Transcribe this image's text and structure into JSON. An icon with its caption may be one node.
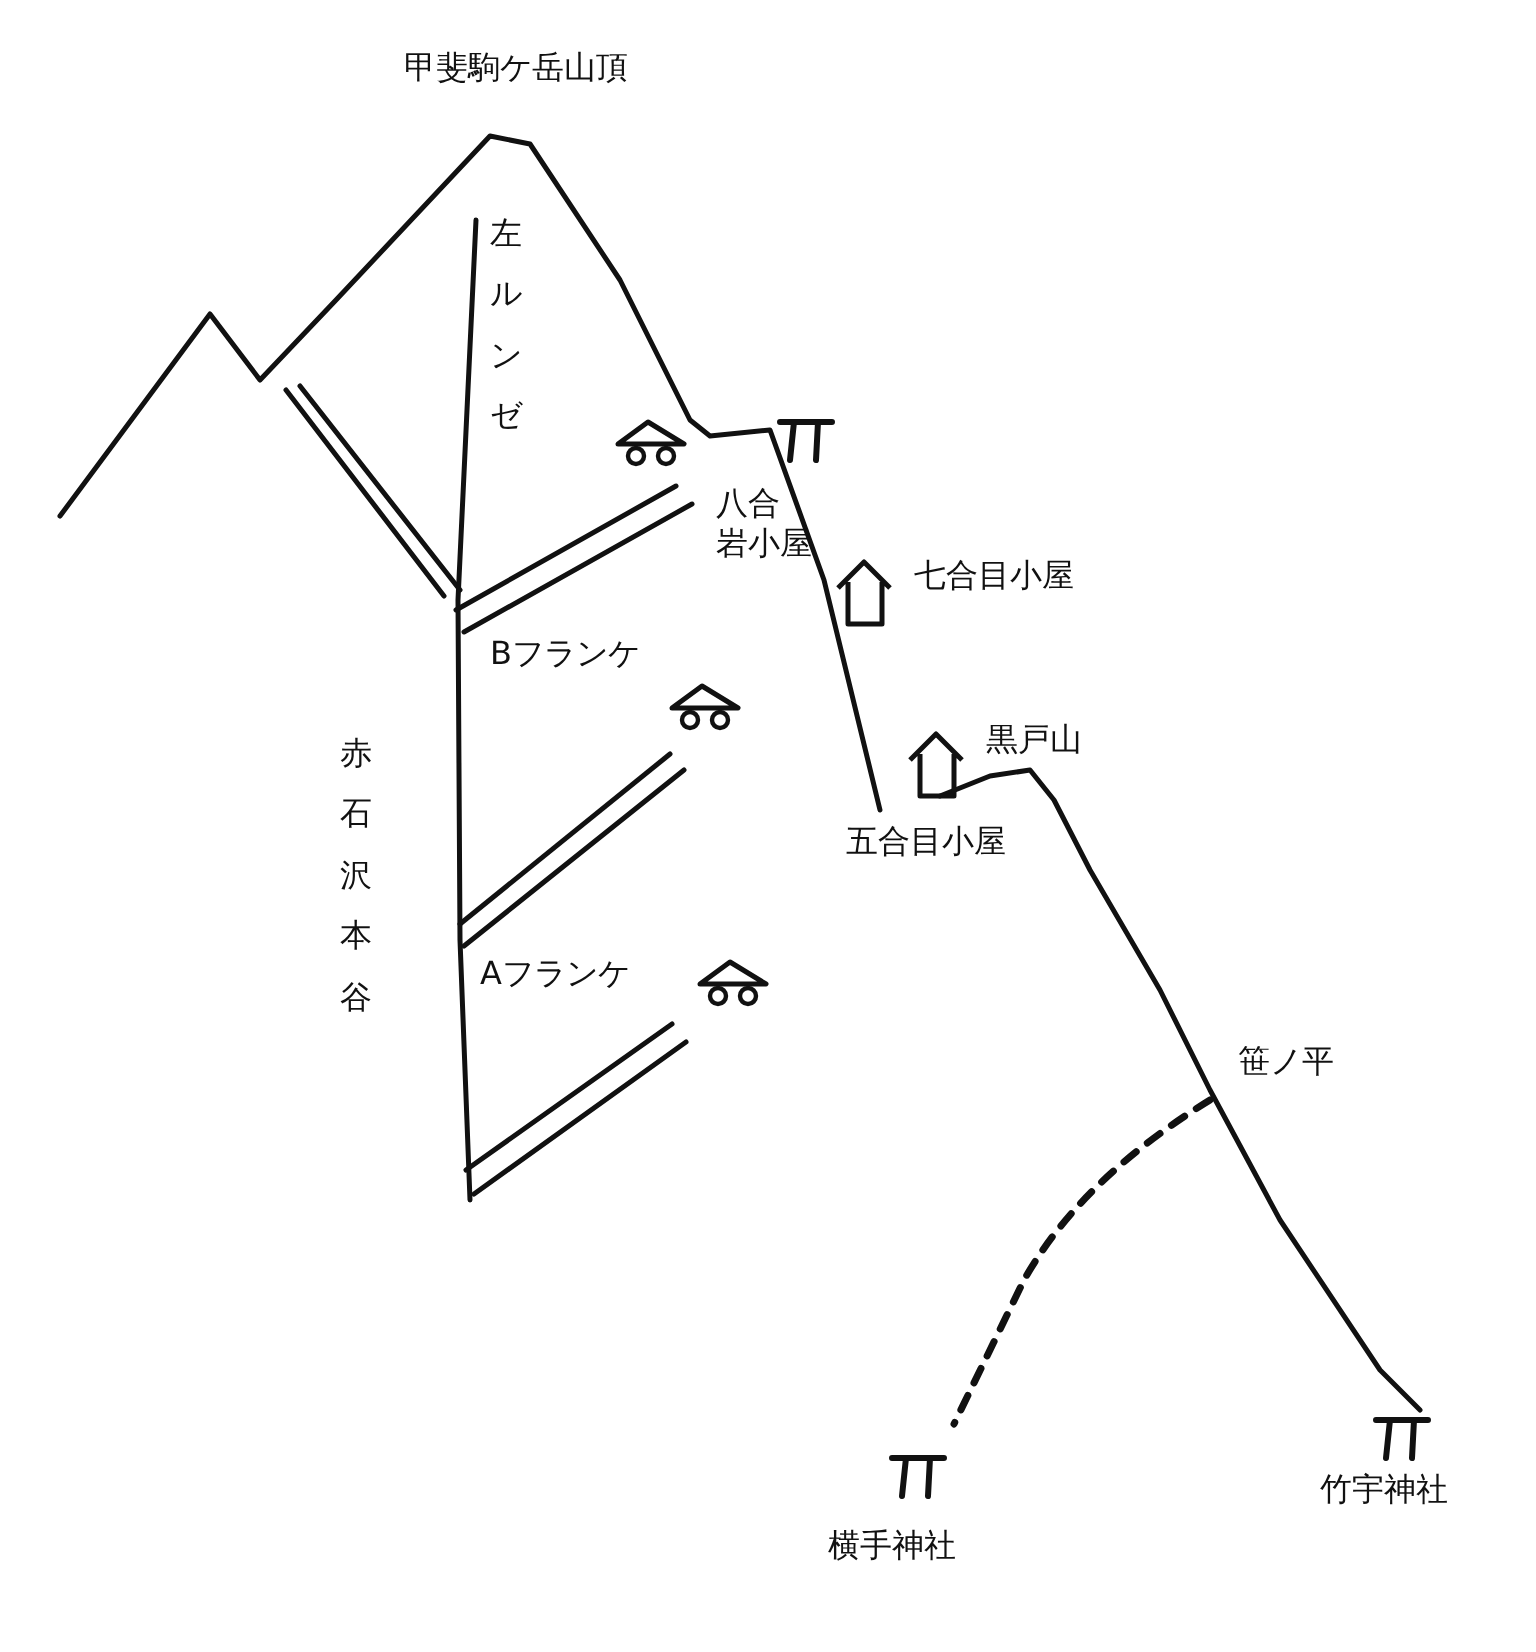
{
  "diagram": {
    "labels": [
      "甲斐駒ケ岳山頂",
      "左ルンゼ",
      "八合岩小屋",
      "七合目小屋",
      "Bフランケ",
      "黒戸山",
      "赤石沢本谷",
      "五合目小屋",
      "Aフランケ",
      "笹ノ平",
      "竹宇神社",
      "横手神社"
    ]
  }
}
